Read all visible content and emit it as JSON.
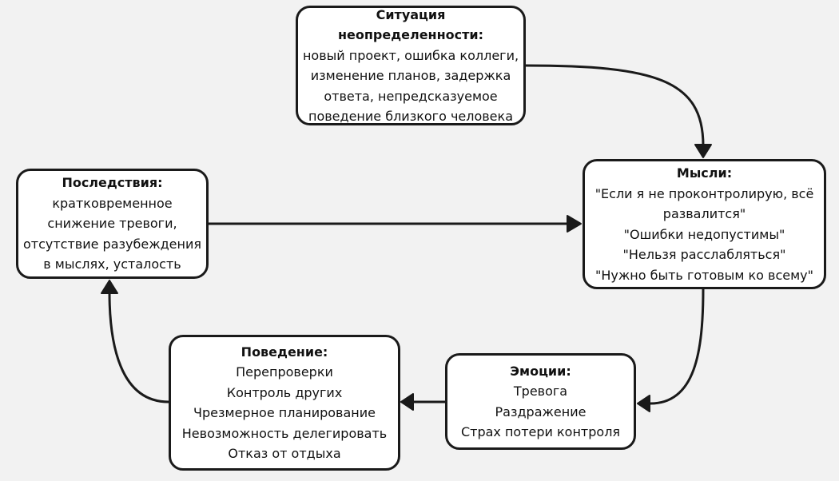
{
  "nodes": {
    "situation": {
      "title": "Ситуация неопределенности:",
      "lines": [
        "новый проект, ошибка коллеги,",
        "изменение планов, задержка",
        "ответа, непредсказуемое",
        "поведение близкого человека"
      ]
    },
    "thoughts": {
      "title": "Мысли:",
      "lines": [
        "\"Если я не проконтролирую, всё",
        "развалится\"",
        "\"Ошибки недопустимы\"",
        "\"Нельзя расслабляться\"",
        "\"Нужно быть готовым ко всему\""
      ]
    },
    "consequences": {
      "title": "Последствия:",
      "lines": [
        "кратковременное",
        "снижение тревоги,",
        "отсутствие разубеждения",
        "в мыслях, усталость"
      ]
    },
    "behavior": {
      "title": "Поведение:",
      "lines": [
        "Перепроверки",
        "Контроль других",
        "Чрезмерное планирование",
        "Невозможность делегировать",
        "Отказ от отдыха"
      ]
    },
    "emotions": {
      "title": "Эмоции:",
      "lines": [
        "Тревога",
        "Раздражение",
        "Страх потери контроля"
      ]
    }
  },
  "colors": {
    "background": "#f2f2f2",
    "node_fill": "#ffffff",
    "stroke": "#1a1a1a"
  }
}
